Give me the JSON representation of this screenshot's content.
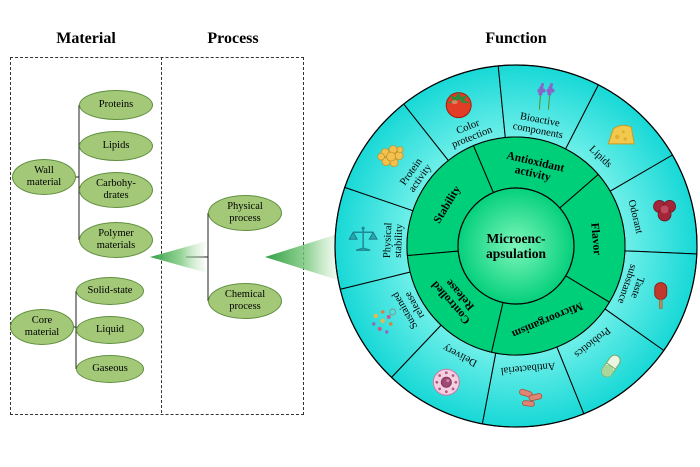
{
  "headers": {
    "material": "Material",
    "process": "Process",
    "function": "Function"
  },
  "colors": {
    "node_fill": "#a3c878",
    "node_border": "#5e8f3e",
    "arrow_green": "#2f9e44",
    "wheel_outer_ring": "#17d8d6",
    "wheel_outer_ring_light": "#6fefe9",
    "wheel_inner_ring": "#00cf79",
    "wheel_inner_ring_light": "#7df5bb",
    "wheel_stroke": "#000000"
  },
  "material": {
    "wall": {
      "label": "Wall\nmaterial",
      "items": [
        "Proteins",
        "Lipids",
        "Carbohy-\ndrates",
        "Polymer\nmaterials"
      ]
    },
    "core": {
      "label": "Core\nmaterial",
      "items": [
        "Solid-state",
        "Liquid",
        "Gaseous"
      ]
    }
  },
  "process": {
    "items": [
      "Physical\nprocess",
      "Chemical\nprocess"
    ]
  },
  "wheel": {
    "center_label": "Microenc-\napsulation",
    "inner_segments": [
      {
        "label": "Antioxidant\nactivity"
      },
      {
        "label": "Flavor"
      },
      {
        "label": "Microorganism"
      },
      {
        "label": "Controlled\nRelease"
      },
      {
        "label": "Stability"
      }
    ],
    "outer_segments": [
      {
        "label": "Color\nprotection",
        "icon": "tomato-icon"
      },
      {
        "label": "Bioactive\ncomponents",
        "icon": "lavender-icon"
      },
      {
        "label": "Lipids",
        "icon": "cheese-icon"
      },
      {
        "label": "Odorant",
        "icon": "rose-icon"
      },
      {
        "label": "Taste\nsubstance",
        "icon": "taste-icon"
      },
      {
        "label": "Probiotics",
        "icon": "capsule-icon"
      },
      {
        "label": "Antibacterial",
        "icon": "bacteria-icon"
      },
      {
        "label": "Delivery",
        "icon": "liposome-icon"
      },
      {
        "label": "Sustained\nrelease",
        "icon": "particles-icon"
      },
      {
        "label": "Physical\nstability",
        "icon": "scales-icon"
      },
      {
        "label": "Protein\nactivity",
        "icon": "protein-icon"
      }
    ]
  }
}
